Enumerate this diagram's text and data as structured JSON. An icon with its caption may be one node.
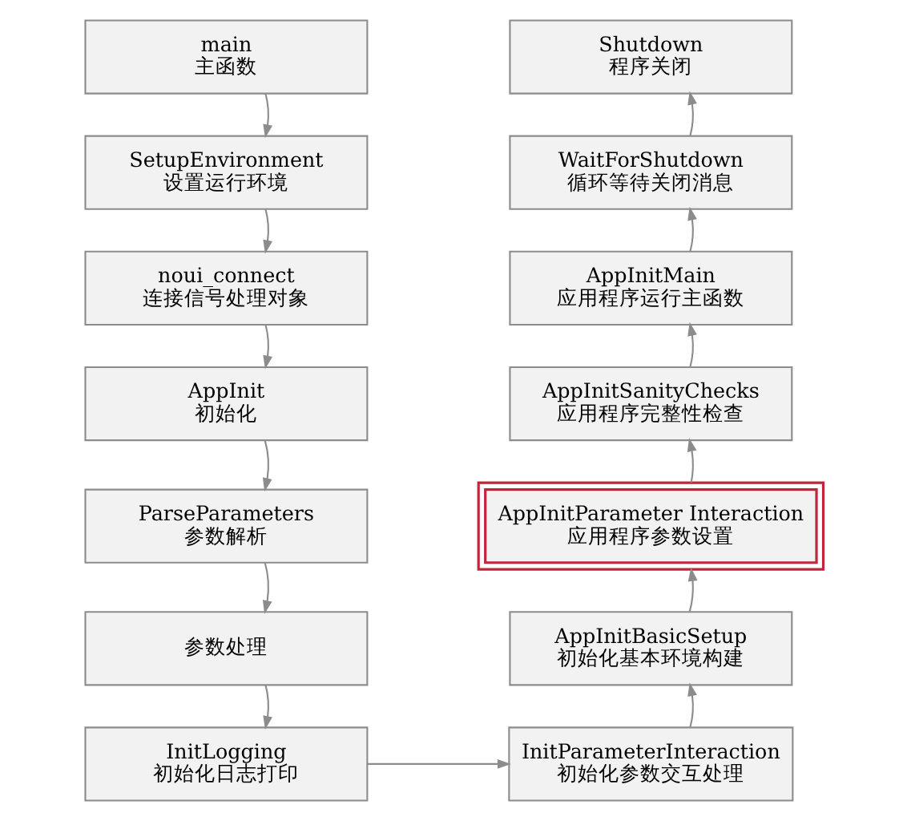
{
  "diagram": {
    "nodes": [
      {
        "text": [
          "main",
          "主函数"
        ]
      },
      {
        "text": [
          "SetupEnvironment",
          "设置运行环境"
        ]
      },
      {
        "text": [
          "noui_connect",
          "连接信号处理对象"
        ]
      },
      {
        "text": [
          "AppInit",
          "初始化"
        ]
      },
      {
        "text": [
          "ParseParameters",
          "参数解析"
        ]
      },
      {
        "text": [
          "参数处理"
        ]
      },
      {
        "text": [
          "InitLogging",
          "初始化日志打印"
        ]
      },
      {
        "text": [
          "InitParameterInteraction",
          "初始化参数交互处理"
        ]
      },
      {
        "text": [
          "AppInitBasicSetup",
          "初始化基本环境构建"
        ]
      },
      {
        "text": [
          "AppInitParameter Interaction",
          "应用程序参数设置"
        ]
      },
      {
        "text": [
          "AppInitSanityChecks",
          "应用程序完整性检查"
        ]
      },
      {
        "text": [
          "AppInitMain",
          "应用程序运行主函数"
        ]
      },
      {
        "text": [
          "WaitForShutdown",
          "循环等待关闭消息"
        ]
      },
      {
        "text": [
          "Shutdown",
          "程序关闭"
        ]
      }
    ],
    "edges": [
      {
        "from": 0,
        "to": 1,
        "arrow": "to"
      },
      {
        "from": 1,
        "to": 2,
        "arrow": "to"
      },
      {
        "from": 2,
        "to": 3,
        "arrow": "to"
      },
      {
        "from": 3,
        "to": 4,
        "arrow": "to"
      },
      {
        "from": 4,
        "to": 5,
        "arrow": "to"
      },
      {
        "from": 5,
        "to": 6,
        "arrow": "to"
      },
      {
        "from": 6,
        "to": 7,
        "arrow": "to"
      },
      {
        "from": 7,
        "to": 8,
        "arrow": "to"
      },
      {
        "from": 8,
        "to": 9,
        "arrow": "to"
      },
      {
        "from": 9,
        "to": 10,
        "arrow": "to"
      },
      {
        "from": 10,
        "to": 11,
        "arrow": "to"
      },
      {
        "from": 11,
        "to": 12,
        "arrow": "to"
      },
      {
        "from": 12,
        "to": 13,
        "arrow": "to"
      }
    ]
  }
}
